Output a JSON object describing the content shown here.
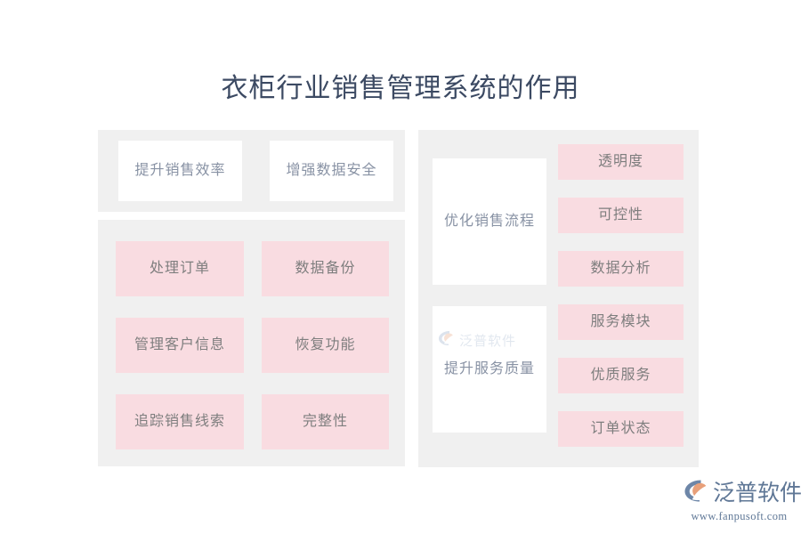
{
  "title": "衣柜行业销售管理系统的作用",
  "colors": {
    "panel_bg": "#f0f0f0",
    "card_white": "#ffffff",
    "card_pink": "#f9dce1",
    "title_text": "#3c4a63",
    "card_text": "#7d7d7d",
    "white_card_text": "#8892a4",
    "brand_blue": "#5f7796",
    "brand_orange": "#e8a07a",
    "page_bg": "#ffffff"
  },
  "left_column": {
    "top_group": {
      "cards": [
        {
          "label": "提升销售效率",
          "style": "white"
        },
        {
          "label": "增强数据安全",
          "style": "white"
        }
      ]
    },
    "main_group": {
      "cards": [
        {
          "label": "处理订单",
          "style": "pink"
        },
        {
          "label": "数据备份",
          "style": "pink"
        },
        {
          "label": "管理客户信息",
          "style": "pink"
        },
        {
          "label": "恢复功能",
          "style": "pink"
        },
        {
          "label": "追踪销售线索",
          "style": "pink"
        },
        {
          "label": "完整性",
          "style": "pink"
        }
      ]
    }
  },
  "right_column": {
    "headings": [
      {
        "label": "优化销售流程",
        "style": "white"
      },
      {
        "label": "提升服务质量",
        "style": "white"
      }
    ],
    "items": [
      {
        "label": "透明度",
        "style": "pink"
      },
      {
        "label": "可控性",
        "style": "pink"
      },
      {
        "label": "数据分析",
        "style": "pink"
      },
      {
        "label": "服务模块",
        "style": "pink"
      },
      {
        "label": "优质服务",
        "style": "pink"
      },
      {
        "label": "订单状态",
        "style": "pink"
      }
    ]
  },
  "watermark": {
    "text": "泛普软件"
  },
  "brand": {
    "name": "泛普软件",
    "url": "www.fanpusoft.com"
  }
}
